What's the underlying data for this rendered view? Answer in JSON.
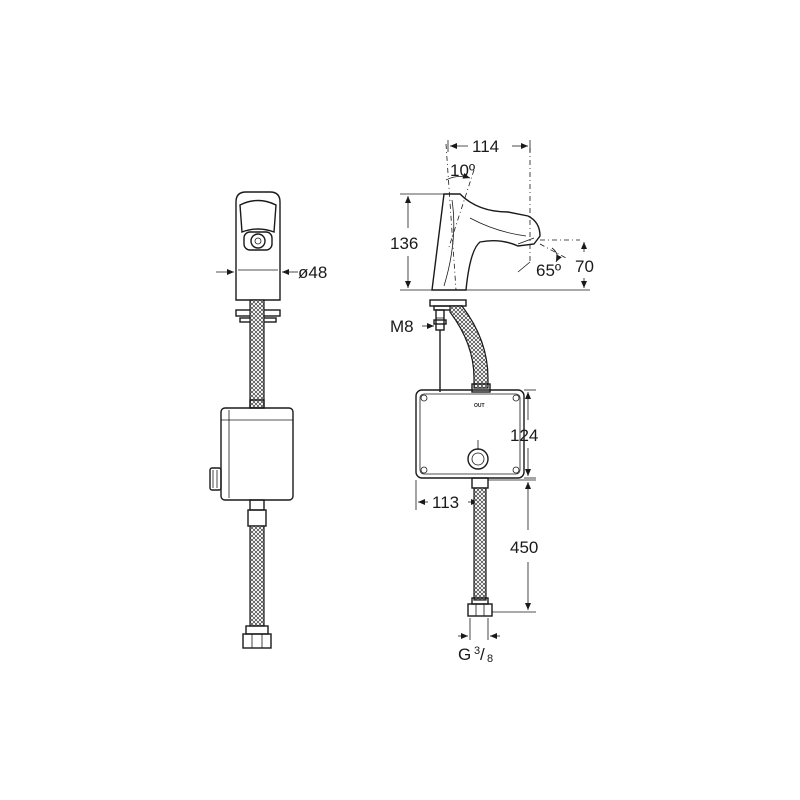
{
  "drawing": {
    "dimensions": {
      "diameter": "ø48",
      "spout_reach": "114",
      "spout_angle": "10º",
      "faucet_height": "136",
      "sensor_angle": "65º",
      "sensor_height": "70",
      "thread": "M8",
      "box_height": "124",
      "box_width": "113",
      "hose_length": "450",
      "connection_g": "G",
      "connection_num": "3",
      "connection_den": "8"
    },
    "box_label": "OUT"
  }
}
